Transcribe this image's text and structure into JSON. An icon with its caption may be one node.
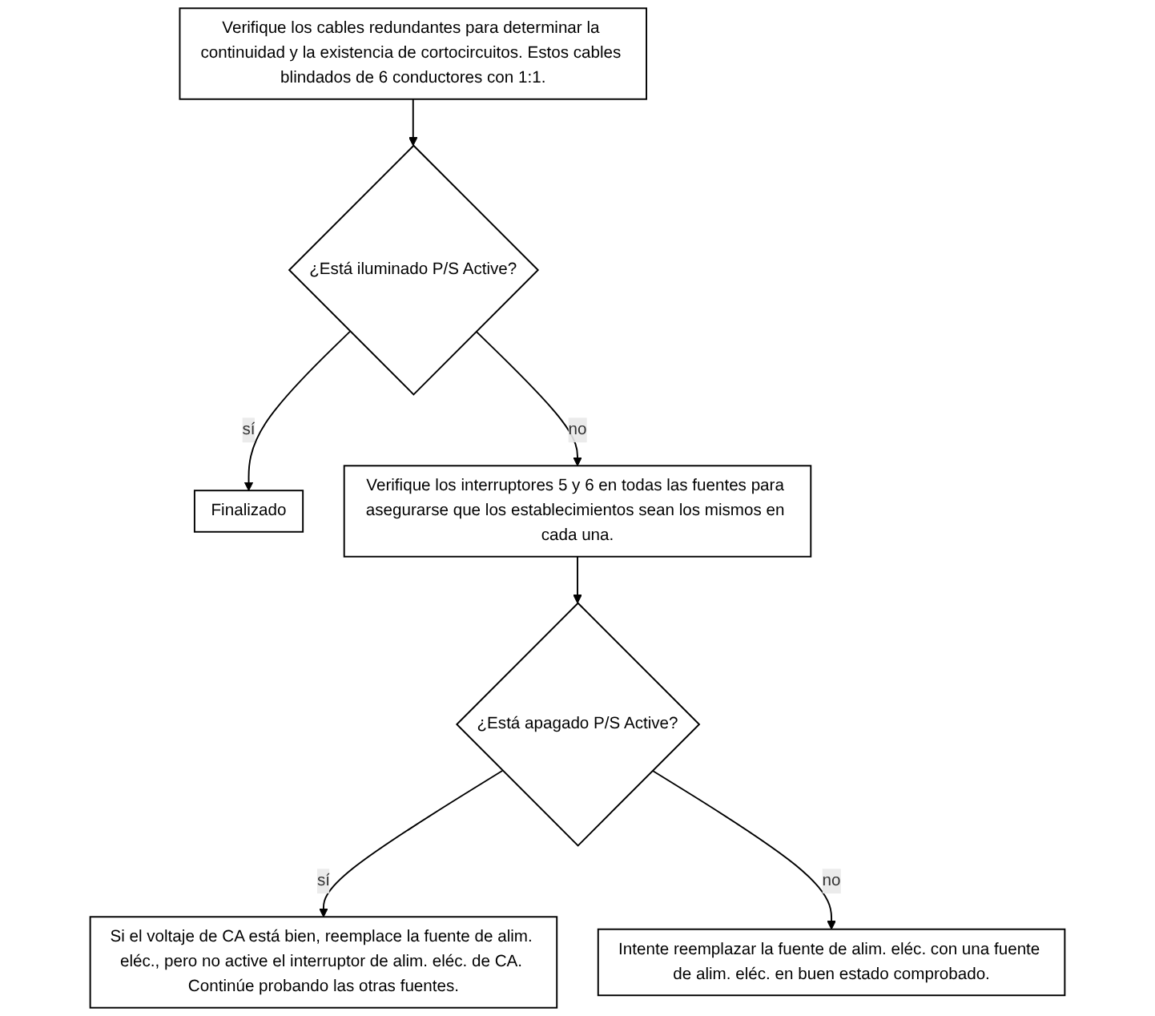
{
  "diagram": {
    "nodes": [
      {
        "text": [
          "Verifique los cables redundantes para determinar la continuidad y la existencia de cortocircuitos. Estos cables blindados de 6 conductores con 1:1."
        ]
      },
      {
        "text": [
          "¿Está iluminado P/S Active?"
        ]
      },
      {
        "text": [
          "Finalizado"
        ]
      },
      {
        "text": [
          "Verifique los interruptores 5 y 6 en todas las fuentes para asegurarse que los establecimientos sean los mismos en cada una."
        ]
      },
      {
        "text": [
          "¿Está apagado P/S Active?"
        ]
      },
      {
        "text": [
          "Si el voltaje de CA está bien, reemplace la fuente de alim. eléc., pero no active el interruptor de alim. eléc. de CA. Continúe probando las otras fuentes."
        ]
      },
      {
        "text": [
          "Intente reemplazar la fuente de alim. eléc. con una fuente de alim. eléc. en buen estado comprobado."
        ]
      }
    ],
    "edges": [
      {
        "from": 0,
        "to": 1,
        "arrow": "to"
      },
      {
        "from": 1,
        "to": 2,
        "label": "sí",
        "arrow": "to"
      },
      {
        "from": 1,
        "to": 3,
        "label": "no",
        "arrow": "to"
      },
      {
        "from": 3,
        "to": 4,
        "arrow": "to"
      },
      {
        "from": 4,
        "to": 5,
        "label": "sí",
        "arrow": "to"
      },
      {
        "from": 4,
        "to": 6,
        "label": "no",
        "arrow": "to"
      }
    ]
  }
}
